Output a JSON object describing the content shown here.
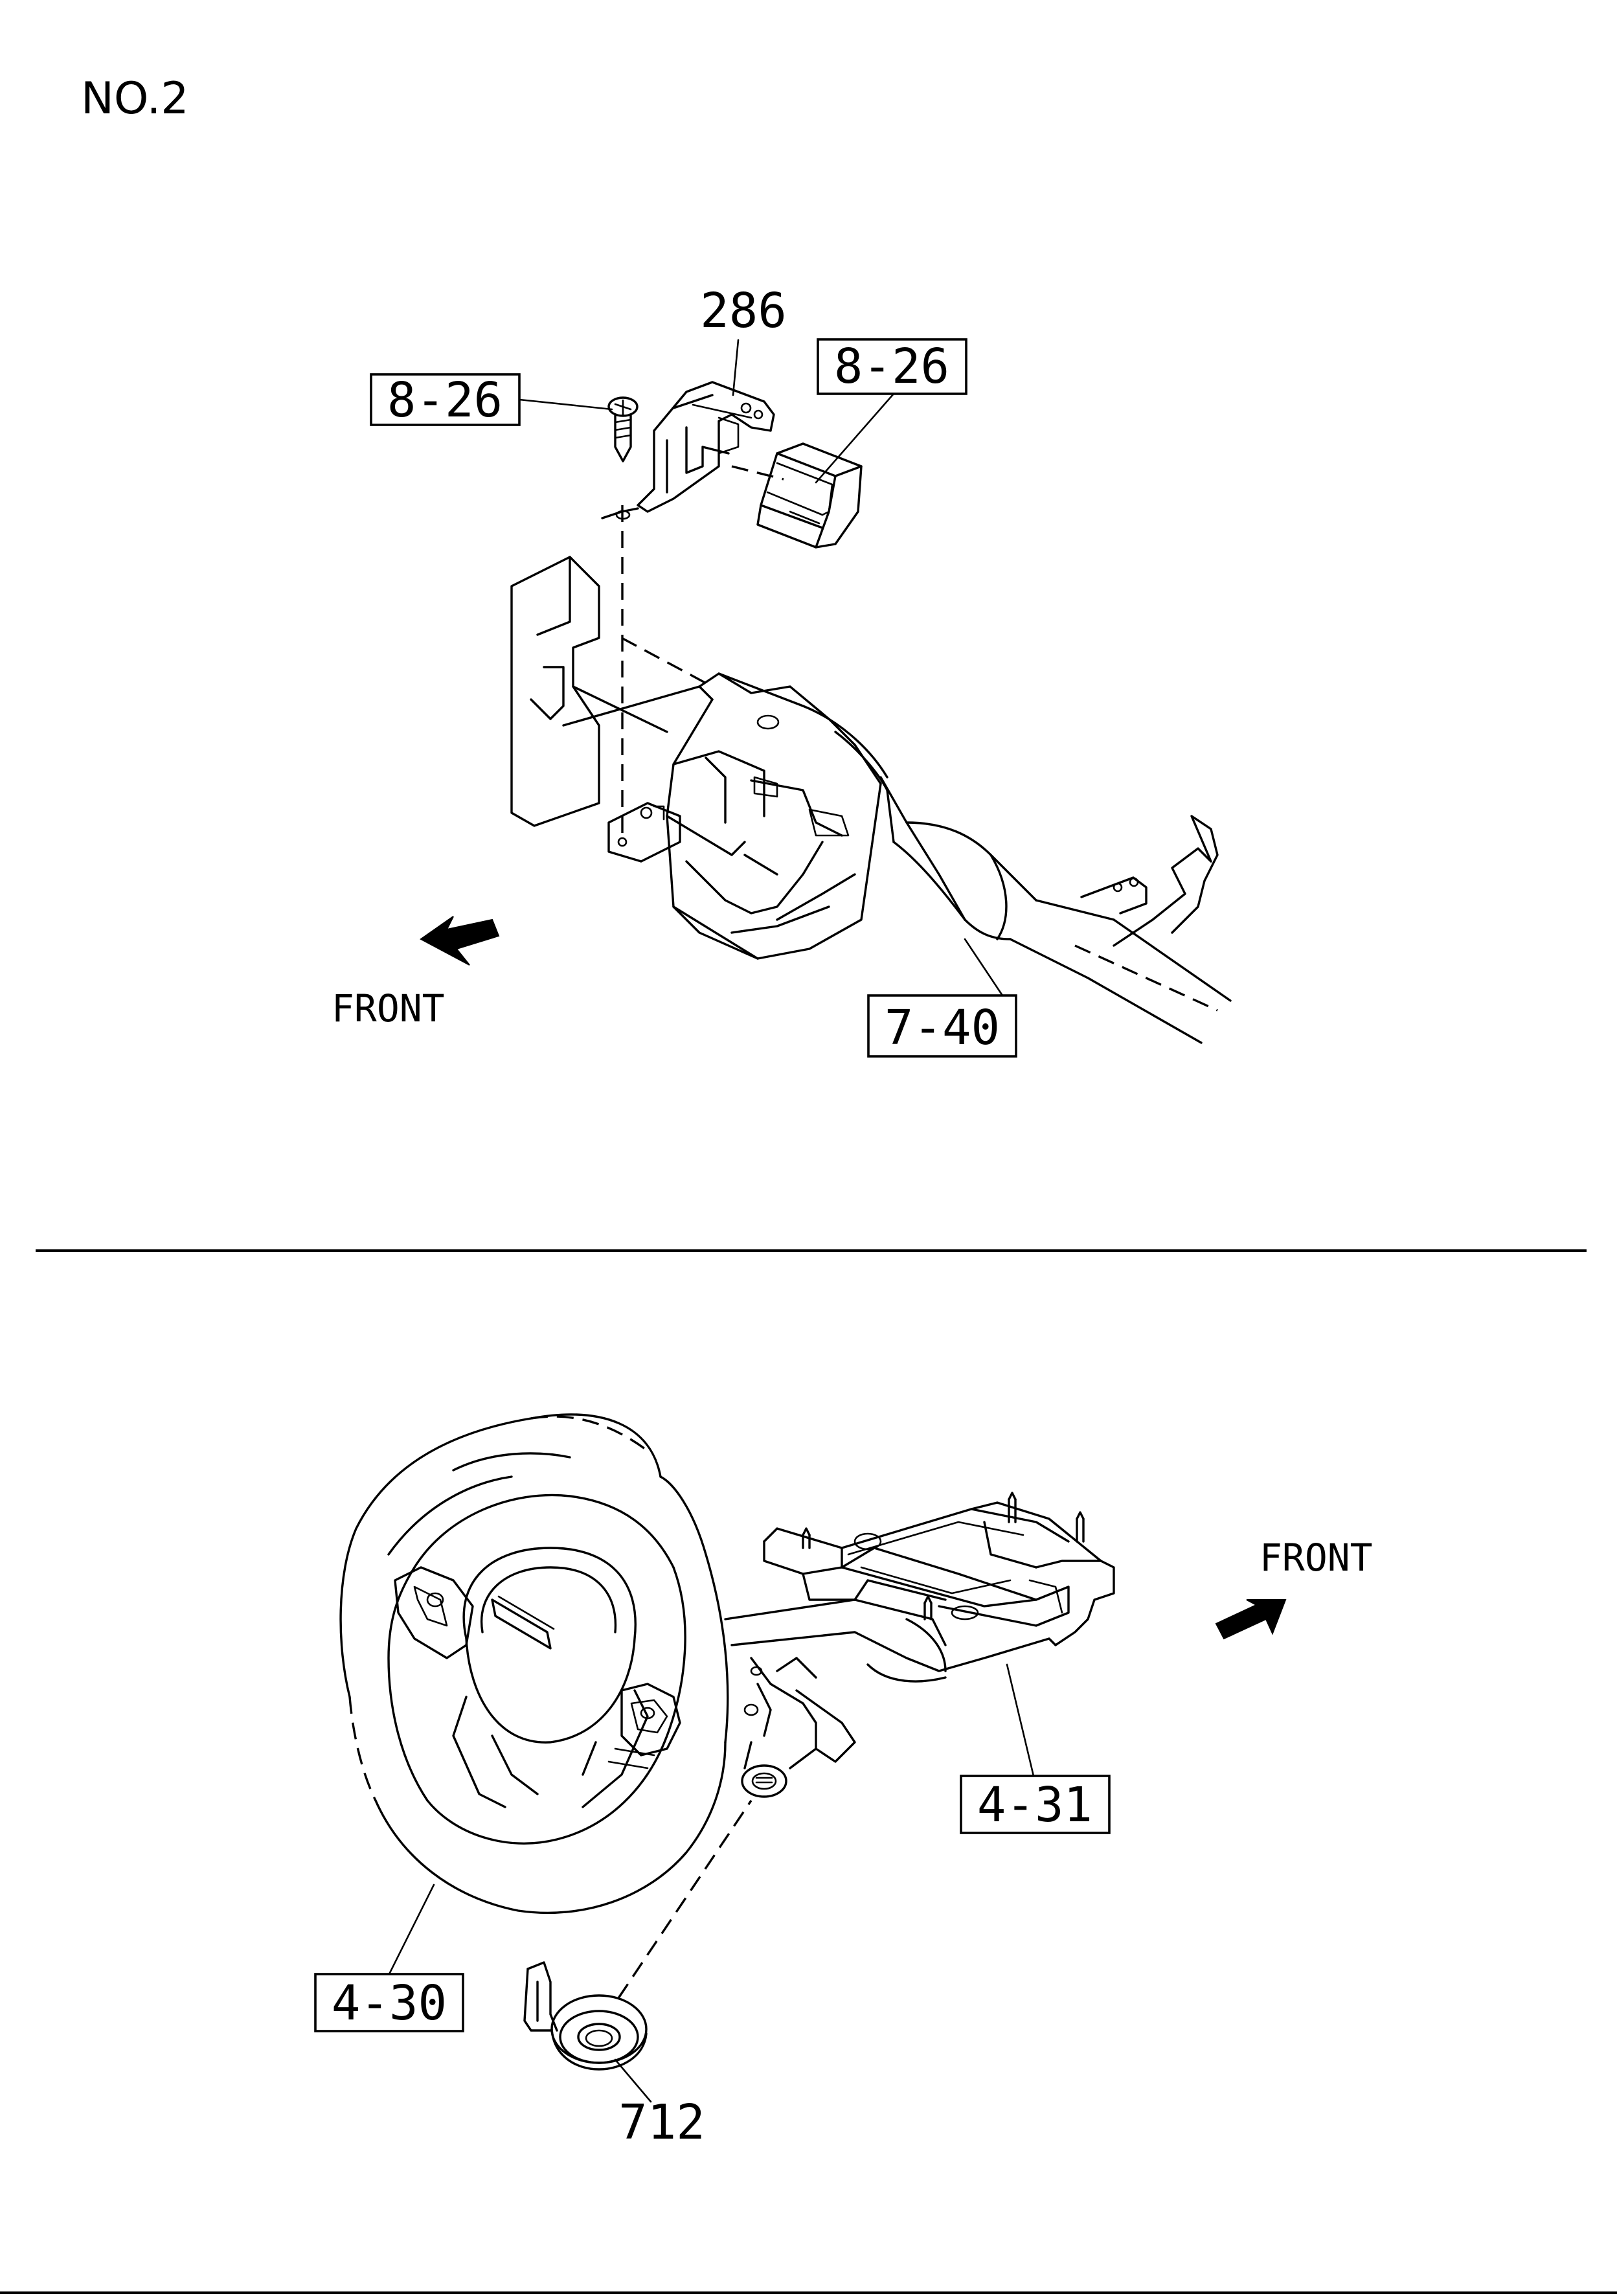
{
  "page": {
    "title": "NO.2"
  },
  "top_view": {
    "callouts": {
      "bracket": "286",
      "screw": "8-26",
      "module": "8-26",
      "column": "7-40"
    },
    "direction": "FRONT"
  },
  "bottom_view": {
    "callouts": {
      "wheel": "4-30",
      "column": "4-31",
      "coil": "712"
    },
    "direction": "FRONT"
  }
}
